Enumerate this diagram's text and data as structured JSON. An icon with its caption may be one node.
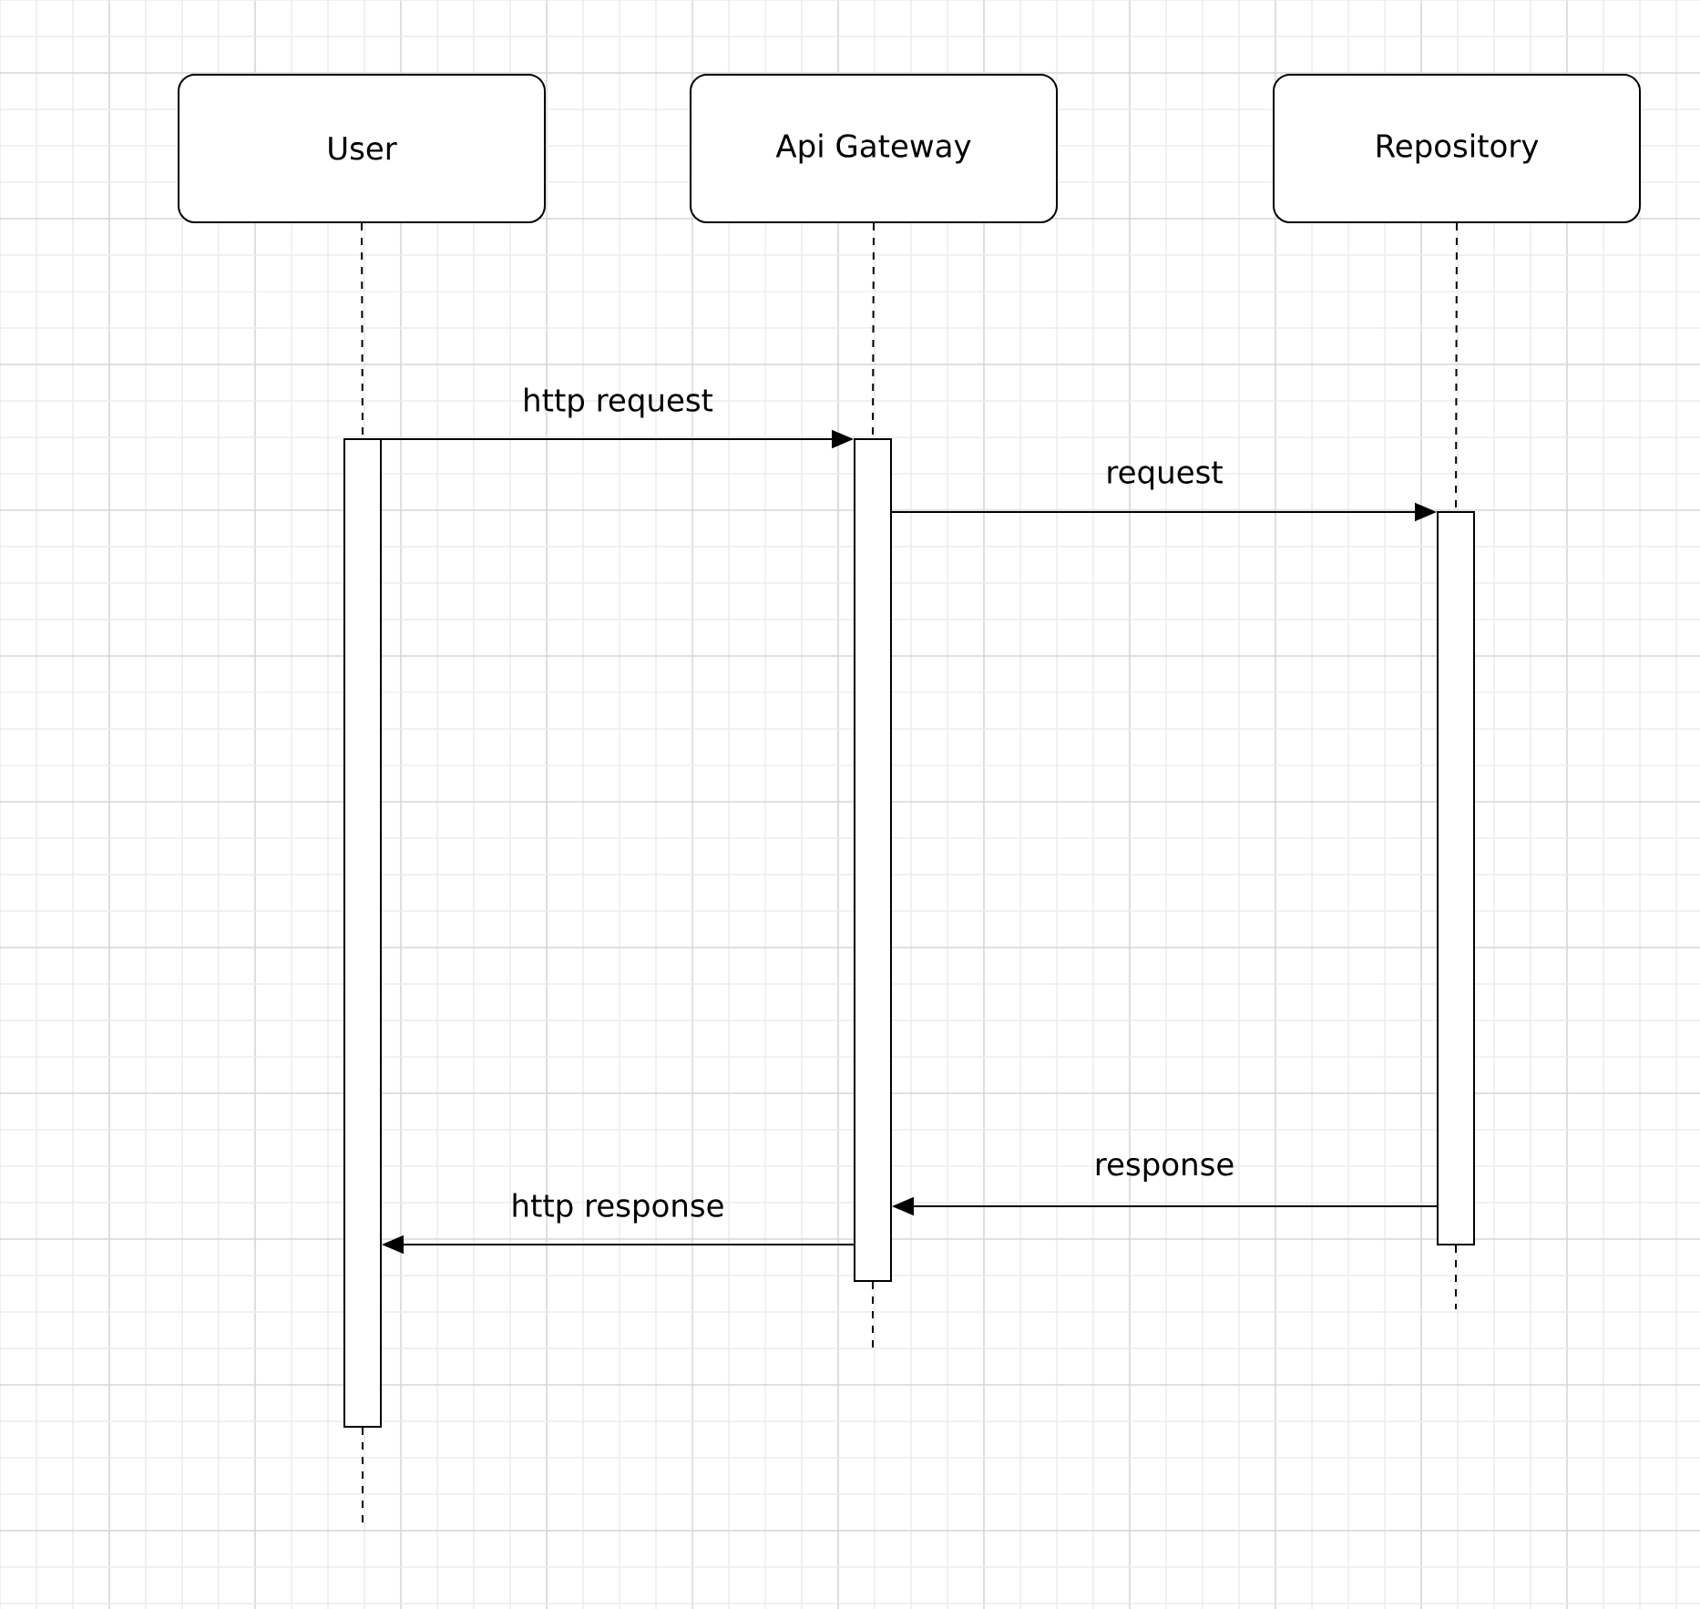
{
  "diagram": {
    "nodes": [
      {
        "text": [
          "User"
        ]
      },
      {
        "text": [
          "Api Gateway"
        ]
      },
      {
        "text": [
          "Repository"
        ]
      },
      {
        "text": [],
        "shape": "bar"
      },
      {
        "text": [],
        "shape": "bar"
      },
      {
        "text": [],
        "shape": "bar"
      }
    ],
    "edges": [
      {
        "from": 0,
        "to": 3,
        "arrow": "none",
        "style": "dashed"
      },
      {
        "from": 1,
        "to": 4,
        "arrow": "none",
        "style": "dashed"
      },
      {
        "from": 2,
        "to": 5,
        "arrow": "none",
        "style": "dashed"
      },
      {
        "from": 3,
        "to": 4,
        "arrow": "to",
        "label": "http request"
      },
      {
        "from": 4,
        "to": 5,
        "arrow": "to",
        "label": "request"
      },
      {
        "from": 5,
        "to": 4,
        "arrow": "to",
        "label": "response"
      },
      {
        "from": 4,
        "to": 3,
        "arrow": "to",
        "label": "http response"
      },
      {
        "from": 3,
        "to": null,
        "arrow": "none",
        "style": "dashed"
      },
      {
        "from": 4,
        "to": null,
        "arrow": "none",
        "style": "dashed"
      },
      {
        "from": 5,
        "to": null,
        "arrow": "none",
        "style": "dashed"
      }
    ]
  }
}
